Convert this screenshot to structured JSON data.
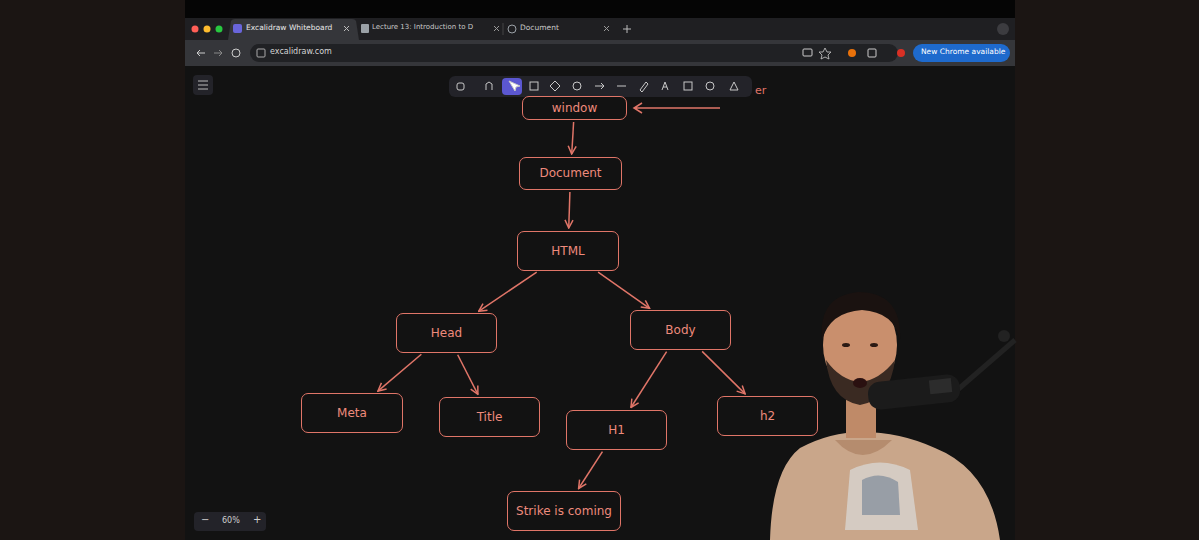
{
  "diagram": {
    "nodes": [
      {
        "text": [
          "window"
        ]
      },
      {
        "text": [
          "Document"
        ]
      },
      {
        "text": [
          "HTML"
        ]
      },
      {
        "text": [
          "Head"
        ]
      },
      {
        "text": [
          "Body"
        ]
      },
      {
        "text": [
          "Meta"
        ]
      },
      {
        "text": [
          "Title"
        ]
      },
      {
        "text": [
          "H1"
        ]
      },
      {
        "text": [
          "h2"
        ]
      },
      {
        "text": [
          "Strike is coming"
        ]
      }
    ],
    "edges": [
      {
        "from": 0,
        "to": 1,
        "arrow": "to"
      },
      {
        "from": 1,
        "to": 2,
        "arrow": "to"
      },
      {
        "from": 2,
        "to": 3,
        "arrow": "to"
      },
      {
        "from": 2,
        "to": 4,
        "arrow": "to"
      },
      {
        "from": 3,
        "to": 5,
        "arrow": "to"
      },
      {
        "from": 3,
        "to": 6,
        "arrow": "to"
      },
      {
        "from": 4,
        "to": 7,
        "arrow": "to"
      },
      {
        "from": 4,
        "to": 8,
        "arrow": "to"
      },
      {
        "from": 7,
        "to": 9,
        "arrow": "to"
      }
    ],
    "labels": [
      "Excalidraw Whiteboard",
      "Lecture 13: Introduction to D",
      "Document",
      "excalidraw.com",
      "New Chrome available",
      "er",
      "−",
      "60%",
      "+"
    ]
  }
}
